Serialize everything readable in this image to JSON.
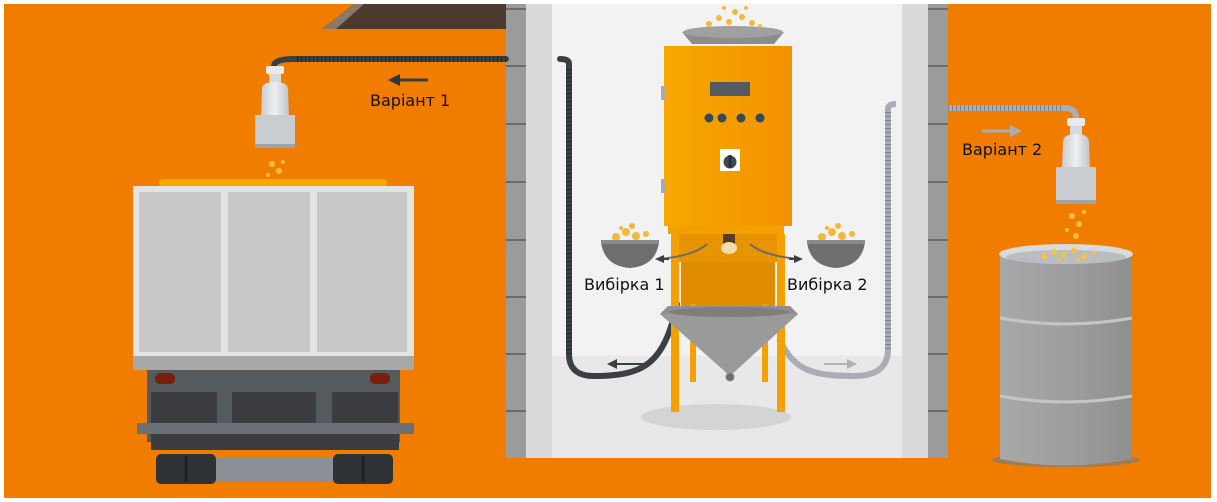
{
  "diagram": {
    "title": "",
    "labels": {
      "variant_1": "Варіант 1",
      "variant_2": "Варіант 2",
      "sample_1": "Вибірка 1",
      "sample_2": "Вибірка 2"
    },
    "components": [
      {
        "id": "truck",
        "name": "Truck trailer (bulk bag container)"
      },
      {
        "id": "nozzle-left",
        "name": "Loading nozzle over truck"
      },
      {
        "id": "nozzle-right",
        "name": "Loading nozzle over barrel"
      },
      {
        "id": "machine",
        "name": "Orange sorting/sampling machine with control panel"
      },
      {
        "id": "bowl-1",
        "name": "Sample bowl 1"
      },
      {
        "id": "bowl-2",
        "name": "Sample bowl 2"
      },
      {
        "id": "hopper",
        "name": "Conical hopper"
      },
      {
        "id": "barrel",
        "name": "Steel barrel"
      },
      {
        "id": "hose-dark",
        "name": "Dark hose (Variant 1 route)"
      },
      {
        "id": "hose-light",
        "name": "Light hose (Variant 2 route)"
      }
    ],
    "flows": [
      {
        "from": "machine",
        "to": "truck",
        "label": "Варіант 1",
        "direction": "left"
      },
      {
        "from": "machine",
        "to": "barrel",
        "label": "Варіант 2",
        "direction": "right"
      },
      {
        "from": "machine",
        "to": "bowl-1",
        "label": "Вибірка 1",
        "direction": "left"
      },
      {
        "from": "machine",
        "to": "bowl-2",
        "label": "Вибірка 2",
        "direction": "right"
      }
    ],
    "colors": {
      "background": "#F07D00",
      "room": "#E9E9E9",
      "wall": "#9B9B9B",
      "machine": "#F5A000",
      "dark_hose": "#3A3F45",
      "light_hose": "#A9AEB6",
      "text": "#111111"
    }
  }
}
